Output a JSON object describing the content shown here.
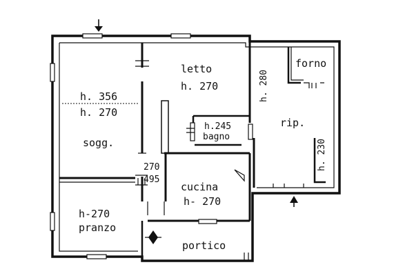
{
  "rooms": {
    "letto": {
      "name": "letto",
      "height": "h. 270"
    },
    "soggiorno": {
      "height_upper": "h. 356",
      "height_lower": "h. 270",
      "name": "sogg."
    },
    "bagno": {
      "height": "h.245",
      "name": "bagno"
    },
    "ripostiglio": {
      "name": "rip.",
      "height_left": "h. 280",
      "height_right": "h. 230"
    },
    "forno": {
      "name": "forno"
    },
    "cucina": {
      "name": "cucina",
      "height": "h- 270"
    },
    "pranzo": {
      "height": "h-270",
      "name": "pranzo"
    },
    "portico": {
      "name": "portico"
    }
  },
  "openings": {
    "passage_top": "270",
    "passage_bottom": "495"
  }
}
